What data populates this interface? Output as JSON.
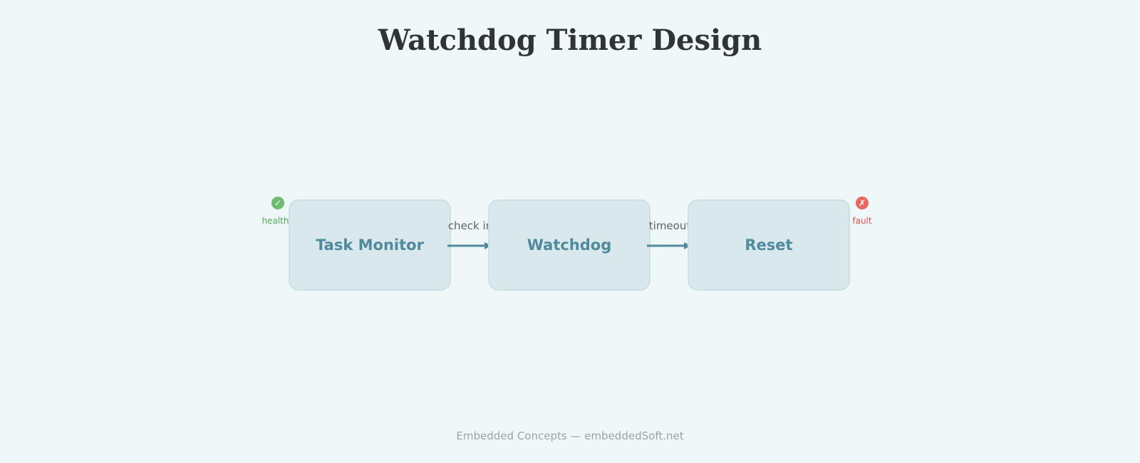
{
  "title": "Watchdog Timer Design",
  "nodes": [
    {
      "label": "Task Monitor"
    },
    {
      "label": "Watchdog"
    },
    {
      "label": "Reset"
    }
  ],
  "edges": [
    {
      "label": "check in"
    },
    {
      "label": "timeout"
    }
  ],
  "status": {
    "healthy": {
      "icon": "check-icon",
      "glyph": "✓",
      "label": "healthy",
      "color": "#4faa58"
    },
    "fault": {
      "icon": "cross-icon",
      "glyph": "✗",
      "label": "fault",
      "color": "#d9534f"
    }
  },
  "footer": "Embedded Concepts — embeddedSoft.net",
  "colors": {
    "background": "#eff7f9",
    "node_fill": "#d9e8ec",
    "node_text": "#4f8a9d",
    "arrow": "#4f8a9d"
  }
}
